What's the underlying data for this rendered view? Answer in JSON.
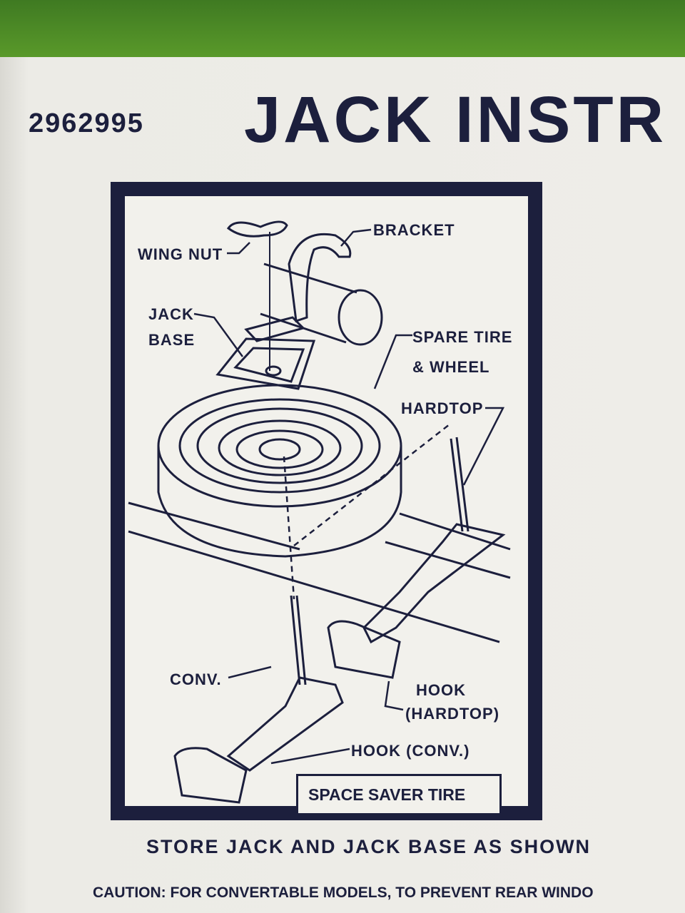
{
  "colors": {
    "ink": "#1c1f3d",
    "paper": "#ecebe6",
    "background": "#4a8a26"
  },
  "part_number": "2962995",
  "title": "JACK INSTR",
  "labels": {
    "bracket": "BRACKET",
    "wing_nut": "WING NUT",
    "jack_base_1": "JACK",
    "jack_base_2": "BASE",
    "spare_1": "SPARE TIRE",
    "spare_2": "& WHEEL",
    "hardtop": "HARDTOP",
    "conv": "CONV.",
    "hook_hardtop_1": "HOOK",
    "hook_hardtop_2": "(HARDTOP)",
    "hook_conv": "HOOK (CONV.)"
  },
  "caption_box": "SPACE SAVER TIRE",
  "store_text": "STORE JACK AND JACK BASE AS SHOWN",
  "caution_text": "CAUTION: FOR CONVERTABLE MODELS, TO PREVENT REAR WINDO"
}
